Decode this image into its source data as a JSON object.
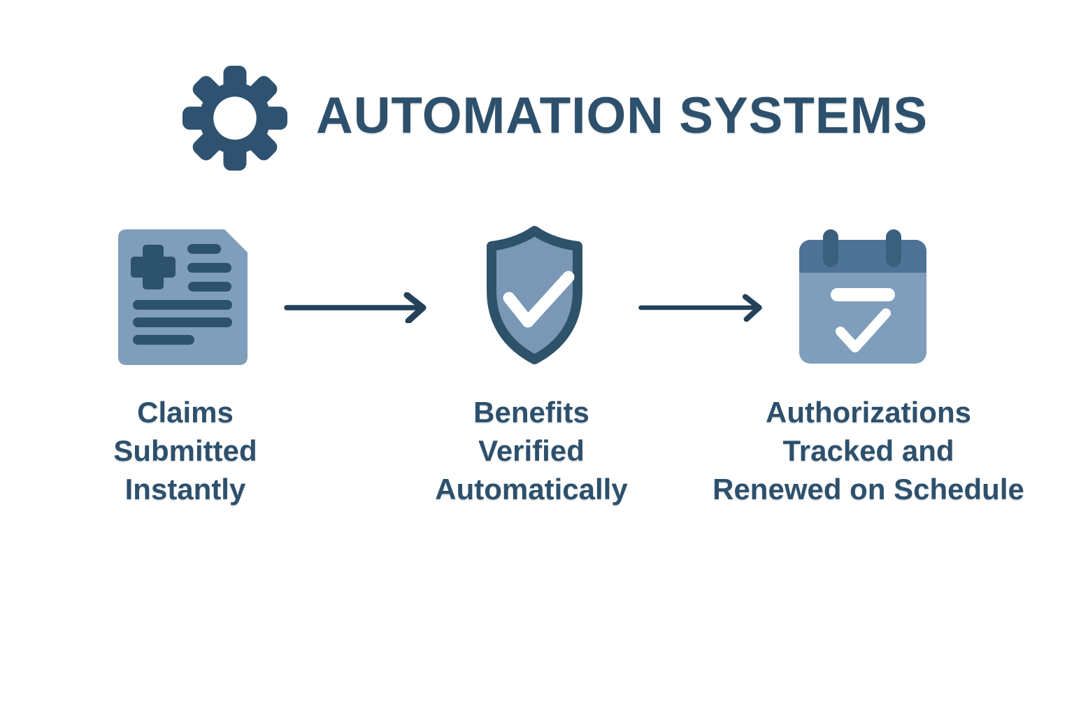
{
  "header": {
    "title": "AUTOMATION SYSTEMS",
    "icon": "gear"
  },
  "steps": [
    {
      "id": "claims",
      "icon": "medical-claim-document",
      "label": "Claims\nSubmitted\nInstantly"
    },
    {
      "id": "benefits",
      "icon": "shield-check",
      "label": "Benefits\nVerified\nAutomatically"
    },
    {
      "id": "authorizations",
      "icon": "calendar-check",
      "label": "Authorizations\nTracked and\nRenewed on Schedule"
    }
  ],
  "connectors": [
    "arrow-right",
    "arrow-right"
  ],
  "colors": {
    "background": "#ffffff",
    "title_text": "#2d506c",
    "caption_text": "#2d506c",
    "arrow": "#24415a",
    "gear": "#2e5270",
    "icon_light_blue": "#7f9ebc",
    "icon_medium_blue": "#4f7396",
    "icon_dark_blue": "#2e5269",
    "calendar_peg": "#3a607d",
    "check_mark": "#ffffff"
  }
}
